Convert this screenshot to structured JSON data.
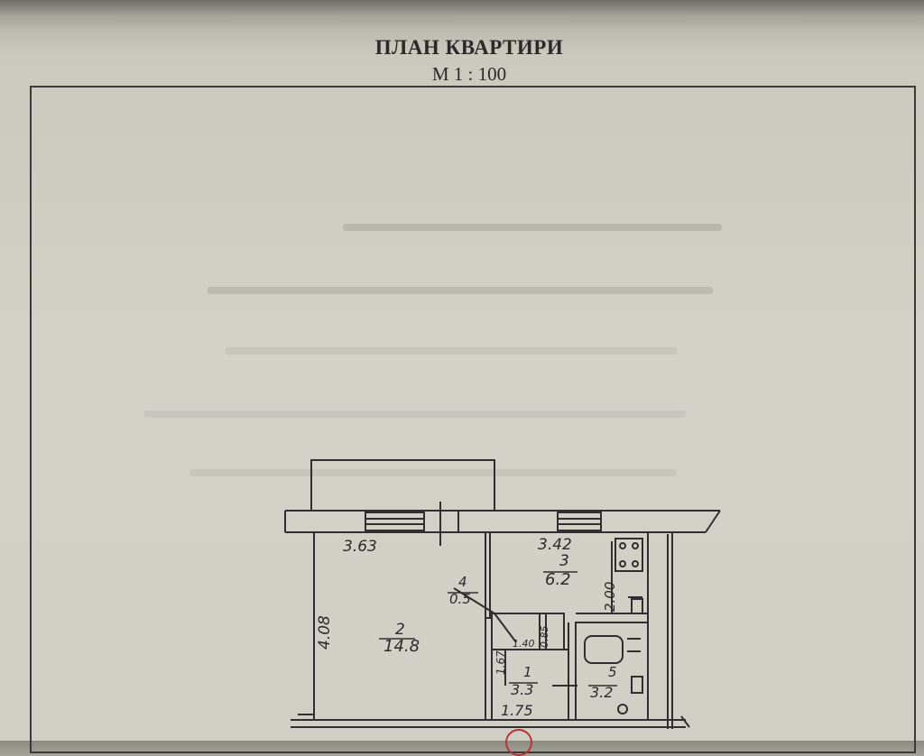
{
  "document": {
    "title": "ПЛАН КВАРТИРИ",
    "scale": "М 1 : 100"
  },
  "plan": {
    "dimensions": {
      "room2_width": "3.63",
      "room3_width": "3.42",
      "room2_length": "4.08",
      "room3_side": "2.00",
      "hall_width": "1.75",
      "hall_side": "1.67",
      "closet_w": "1.40",
      "closet_d": "0.85"
    },
    "rooms": [
      {
        "number": "1",
        "area": "3.3"
      },
      {
        "number": "2",
        "area": "14.8"
      },
      {
        "number": "3",
        "area": "6.2"
      },
      {
        "number": "4",
        "area": "0.5"
      },
      {
        "number": "5",
        "area": "3.2"
      }
    ]
  }
}
